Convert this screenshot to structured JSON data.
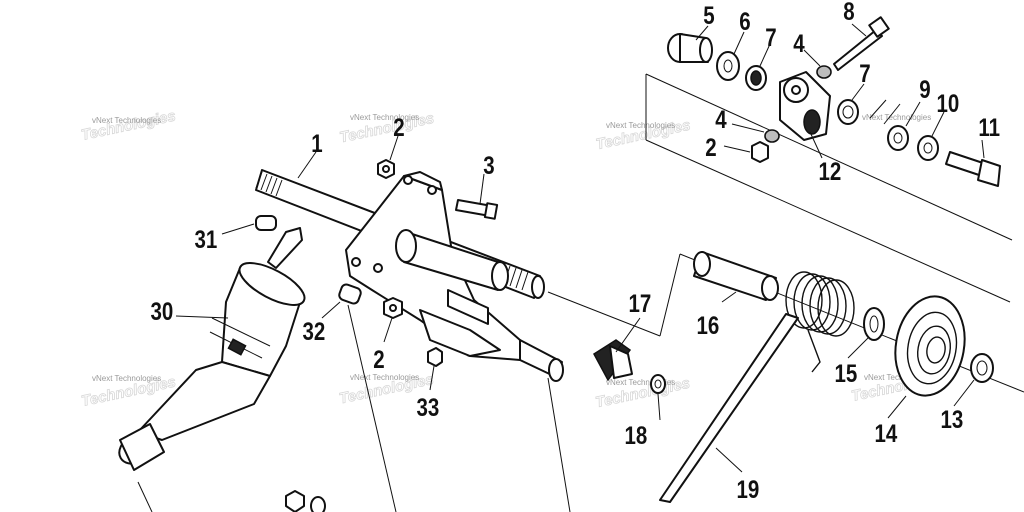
{
  "watermark": "vNext Technologies",
  "callouts": [
    {
      "id": "1",
      "label": "1"
    },
    {
      "id": "2a",
      "label": "2"
    },
    {
      "id": "2b",
      "label": "2"
    },
    {
      "id": "2c",
      "label": "2"
    },
    {
      "id": "3",
      "label": "3"
    },
    {
      "id": "4a",
      "label": "4"
    },
    {
      "id": "4b",
      "label": "4"
    },
    {
      "id": "5",
      "label": "5"
    },
    {
      "id": "6",
      "label": "6"
    },
    {
      "id": "7a",
      "label": "7"
    },
    {
      "id": "7b",
      "label": "7"
    },
    {
      "id": "8",
      "label": "8"
    },
    {
      "id": "9",
      "label": "9"
    },
    {
      "id": "10",
      "label": "10"
    },
    {
      "id": "11",
      "label": "11"
    },
    {
      "id": "12",
      "label": "12"
    },
    {
      "id": "13",
      "label": "13"
    },
    {
      "id": "14",
      "label": "14"
    },
    {
      "id": "15",
      "label": "15"
    },
    {
      "id": "16",
      "label": "16"
    },
    {
      "id": "17",
      "label": "17"
    },
    {
      "id": "18",
      "label": "18"
    },
    {
      "id": "19",
      "label": "19"
    },
    {
      "id": "30",
      "label": "30"
    },
    {
      "id": "31",
      "label": "31"
    },
    {
      "id": "32",
      "label": "32"
    },
    {
      "id": "33",
      "label": "33"
    }
  ]
}
